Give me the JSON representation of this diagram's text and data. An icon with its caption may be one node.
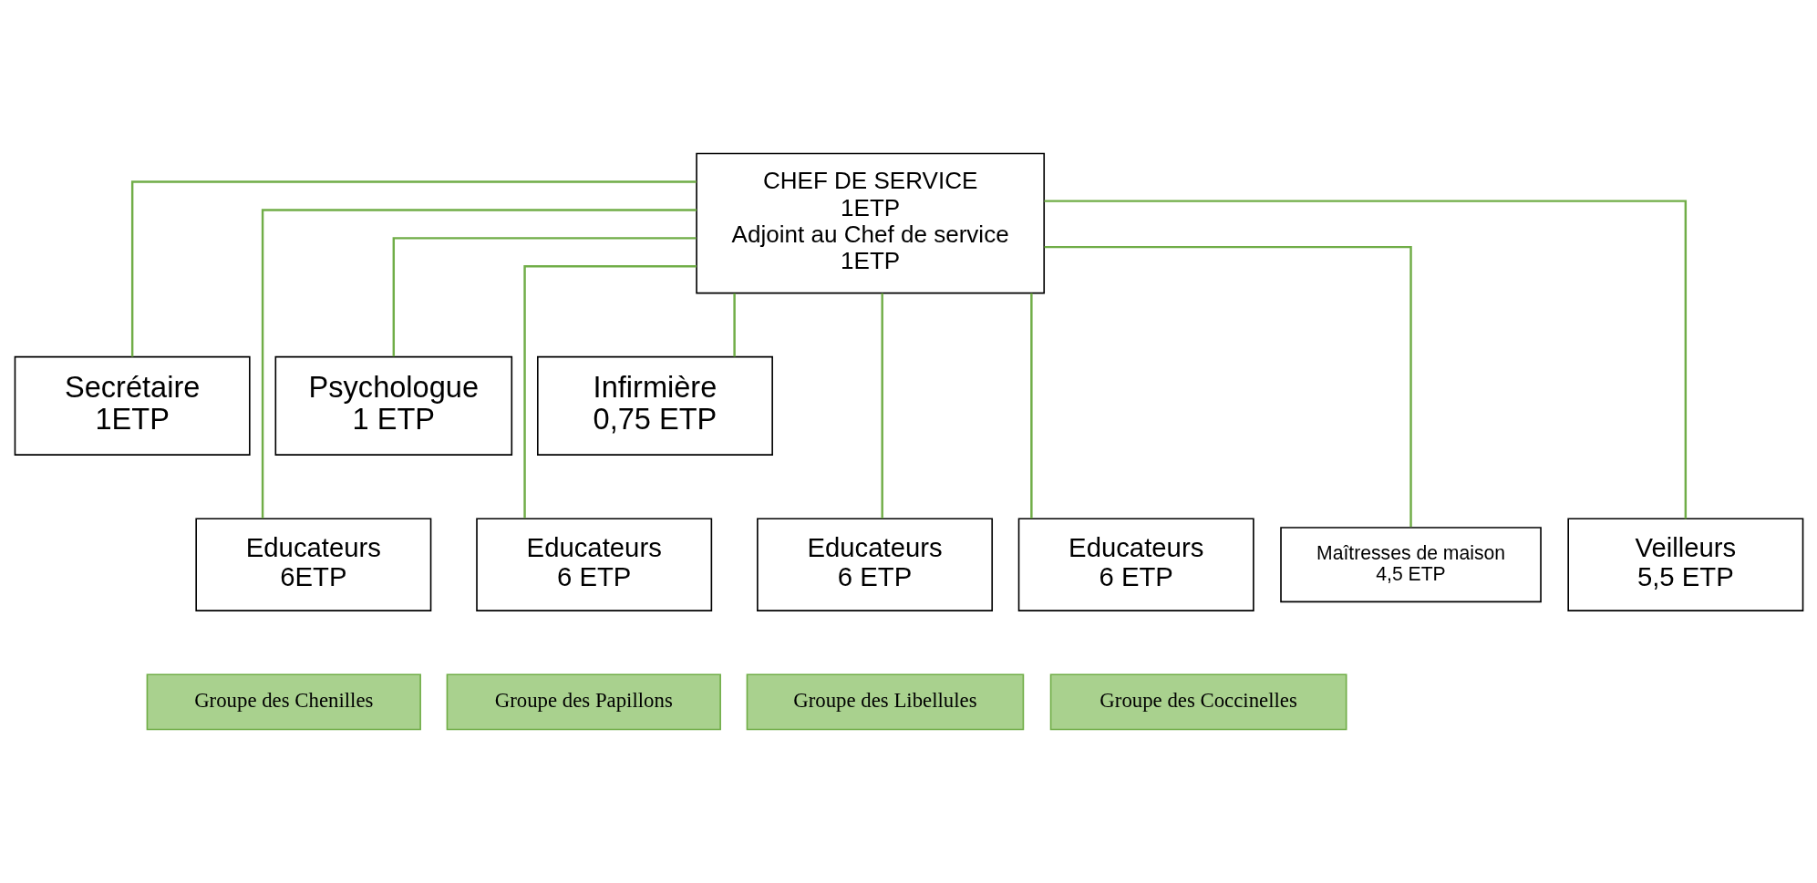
{
  "diagram": {
    "nodes": [
      {
        "text": [
          "CHEF DE SERVICE",
          "1ETP",
          "Adjoint au Chef de service",
          "1ETP"
        ]
      },
      {
        "text": [
          "Secrétaire",
          "1ETP"
        ]
      },
      {
        "text": [
          "Psychologue",
          "1 ETP"
        ]
      },
      {
        "text": [
          "Infirmière",
          "0,75 ETP"
        ]
      },
      {
        "text": [
          "Educateurs",
          "6ETP"
        ]
      },
      {
        "text": [
          "Educateurs",
          "6 ETP"
        ]
      },
      {
        "text": [
          "Educateurs",
          "6 ETP"
        ]
      },
      {
        "text": [
          "Educateurs",
          "6 ETP"
        ]
      },
      {
        "text": [
          "Maîtresses de maison",
          "4,5 ETP"
        ]
      },
      {
        "text": [
          "Veilleurs",
          "5,5 ETP"
        ]
      },
      {
        "text": [
          "Groupe des Chenilles"
        ]
      },
      {
        "text": [
          "Groupe des Papillons"
        ]
      },
      {
        "text": [
          "Groupe des Libellules"
        ]
      },
      {
        "text": [
          "Groupe des Coccinelles"
        ]
      }
    ],
    "edges": [
      {
        "from": 0,
        "to": 1,
        "arrow": "none"
      },
      {
        "from": 0,
        "to": 2,
        "arrow": "none"
      },
      {
        "from": 0,
        "to": 3,
        "arrow": "none"
      },
      {
        "from": 0,
        "to": 4,
        "arrow": "none"
      },
      {
        "from": 0,
        "to": 5,
        "arrow": "none"
      },
      {
        "from": 0,
        "to": 6,
        "arrow": "none"
      },
      {
        "from": 0,
        "to": 7,
        "arrow": "none"
      },
      {
        "from": 0,
        "to": 8,
        "arrow": "none"
      },
      {
        "from": 0,
        "to": 9,
        "arrow": "none"
      }
    ]
  }
}
